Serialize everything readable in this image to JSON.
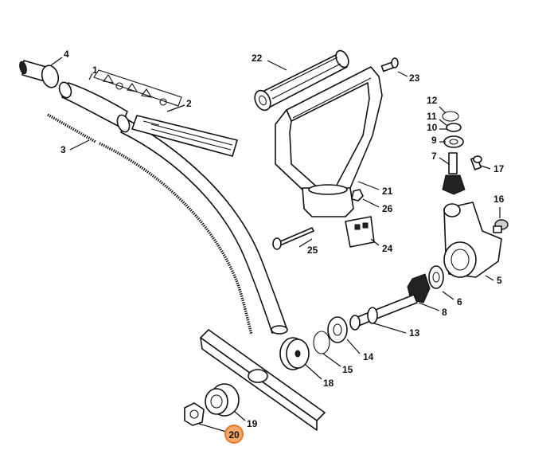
{
  "diagram": {
    "callouts": [
      "1",
      "2",
      "3",
      "4",
      "5",
      "6",
      "7",
      "8",
      "9",
      "10",
      "11",
      "12",
      "13",
      "14",
      "15",
      "16",
      "17",
      "18",
      "19",
      "20",
      "21",
      "22",
      "23",
      "24",
      "25",
      "26"
    ],
    "highlighted_callout": "20",
    "highlight_color": "#f4a766"
  }
}
